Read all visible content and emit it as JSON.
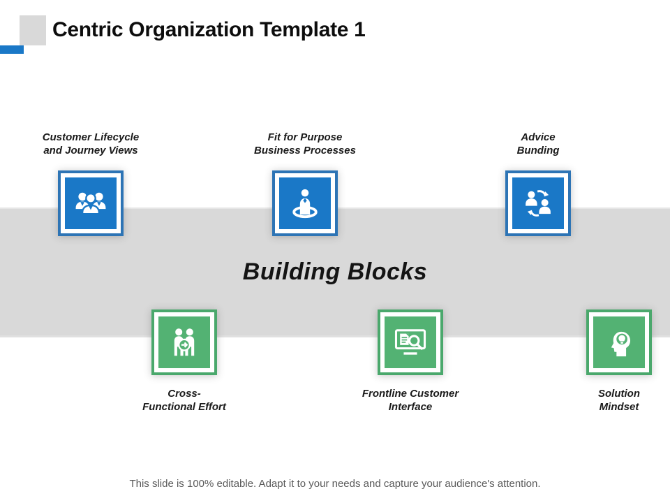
{
  "slide": {
    "title": "Centric Organization Template 1",
    "band_title": "Building Blocks",
    "footer": "This slide is 100% editable. Adapt it to your needs and capture your audience's attention."
  },
  "colors": {
    "blue_fill": "#1a78c7",
    "blue_border": "#2d74b5",
    "green_fill": "#53b273",
    "green_border": "#4aa86c",
    "band_gray": "#d9d9d9",
    "title_accent_gray": "#d9d9d9",
    "title_accent_blue": "#1a78c7",
    "footer_gray": "#595959"
  },
  "top_row": {
    "items": [
      {
        "label": "Customer Lifecycle\nand Journey Views",
        "icon": "team-icon"
      },
      {
        "label": "Fit for Purpose\nBusiness Processes",
        "icon": "person-placement-icon"
      },
      {
        "label": "Advice\nBunding",
        "icon": "people-exchange-icon"
      }
    ]
  },
  "bottom_row": {
    "items": [
      {
        "label": "Cross-\nFunctional Effort",
        "icon": "cross-functional-people-icon"
      },
      {
        "label": "Frontline Customer\nInterface",
        "icon": "monitor-search-icon"
      },
      {
        "label": "Solution\nMindset",
        "icon": "head-lightbulb-icon"
      }
    ]
  }
}
